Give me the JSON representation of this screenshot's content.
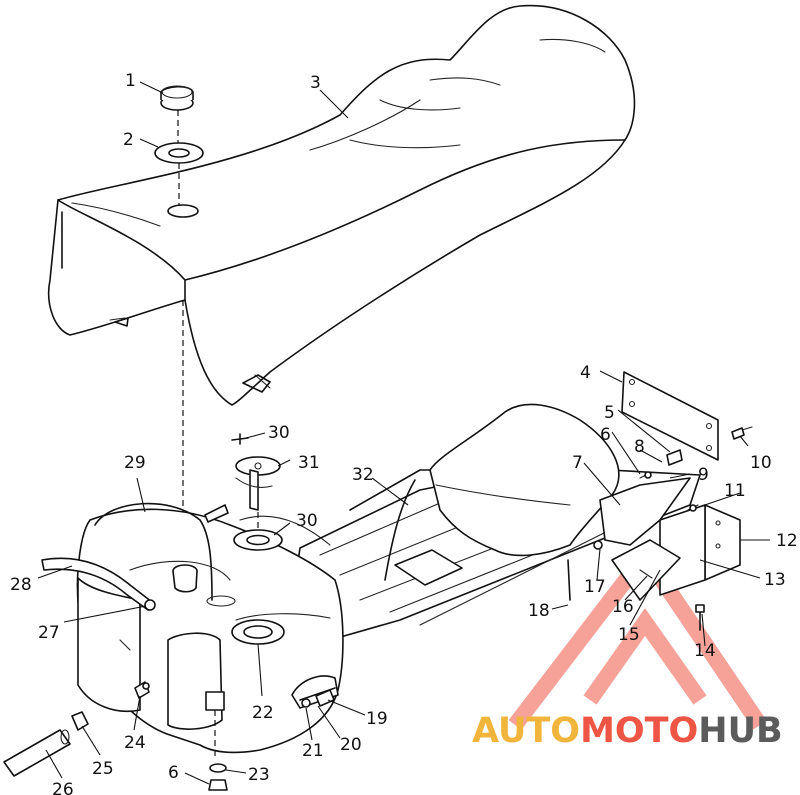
{
  "callouts": [
    "1",
    "2",
    "3",
    "4",
    "5",
    "6",
    "7",
    "8",
    "9",
    "10",
    "11",
    "12",
    "13",
    "14",
    "15",
    "16",
    "17",
    "18",
    "19",
    "20",
    "21",
    "22",
    "23",
    "6",
    "24",
    "25",
    "26",
    "27",
    "28",
    "29",
    "30",
    "30",
    "31",
    "32"
  ],
  "watermark": {
    "part1": "AUTO",
    "part2": "MOTO",
    "part3": "HUB",
    "color_auto": "#f2b53c",
    "color_moto": "#ee5545",
    "color_hub": "#5b5b5b"
  }
}
